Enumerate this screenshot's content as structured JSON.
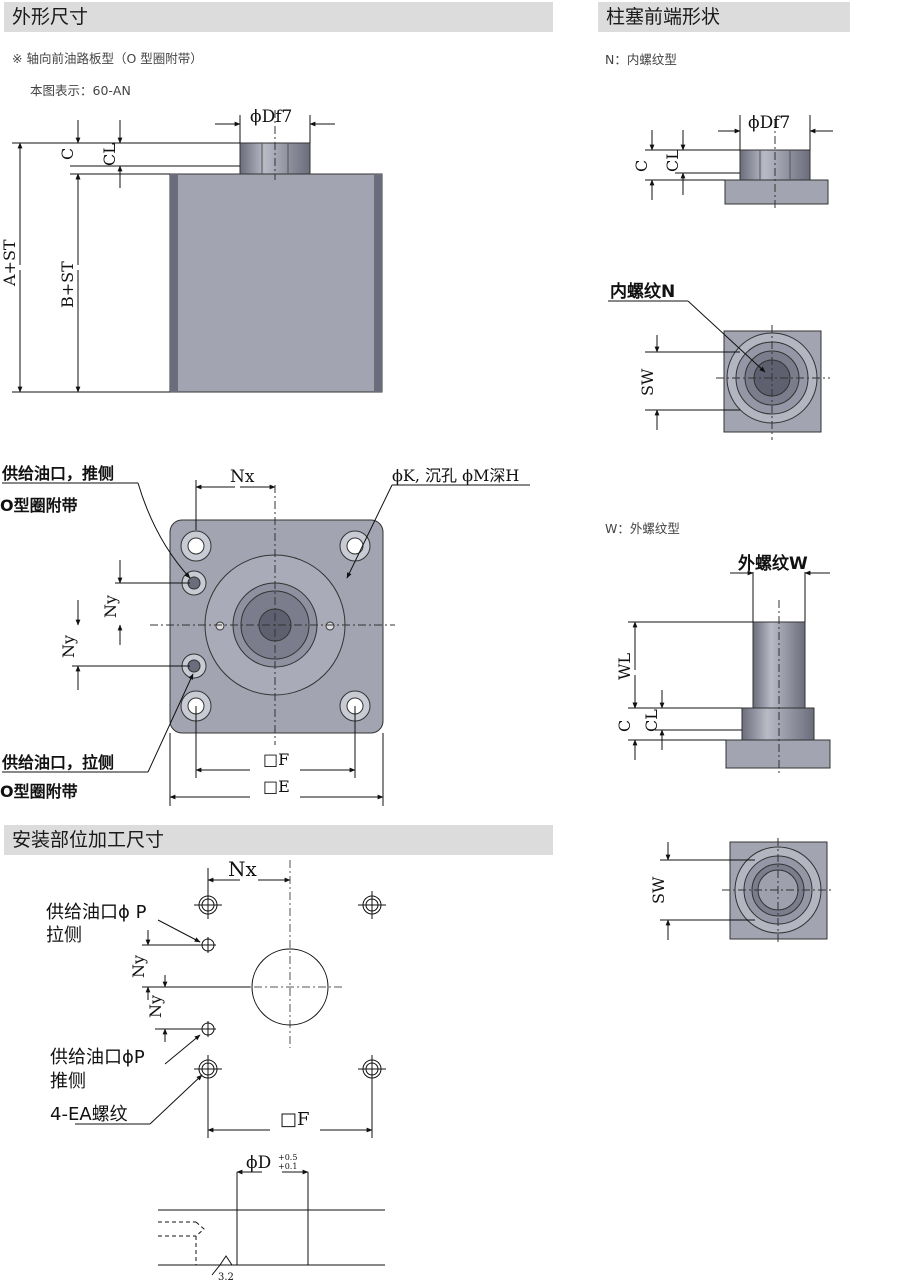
{
  "sections": {
    "outline": "外形尺寸",
    "plunger_end": "柱塞前端形状",
    "mounting": "安装部位加工尺寸"
  },
  "notes": {
    "axial_port": "※ 轴向前油路板型（O 型圈附带）",
    "shown_model": "本图表示：60-AN",
    "n_type": "N：内螺纹型",
    "w_type": "W：外螺纹型"
  },
  "dims": {
    "phi_df7": "ϕDf7",
    "c": "C",
    "cl": "CL",
    "a_st": "A+ST",
    "b_st": "B+ST",
    "nx": "Nx",
    "ny": "Ny",
    "f": "□F",
    "e": "□E",
    "k_m_h": "ϕK, 沉孔 ϕM深H",
    "sw": "SW",
    "wl": "WL",
    "phi_d": "ϕD",
    "tol_plus": "+0.5",
    "tol_minus": "+0.1",
    "roughness": "3.2"
  },
  "labels": {
    "supply_push_1": "供给油口，推侧",
    "supply_push_2": "O型圈附带",
    "supply_pull_1": "供给油口，拉侧",
    "supply_pull_2": "O型圈附带",
    "female_thread": "内螺纹N",
    "male_thread": "外螺纹W",
    "port_p_pull_1": "供给油口ϕ P",
    "port_p_pull_2": "拉侧",
    "port_p_push_1": "供给油口ϕP",
    "port_p_push_2": "推侧",
    "ea_thread": "4-EA螺纹"
  },
  "colors": {
    "section_band": "#dcdcdc",
    "body_fill": "#a2a4b2",
    "body_dark": "#6b6d7c",
    "line": "#111111"
  }
}
